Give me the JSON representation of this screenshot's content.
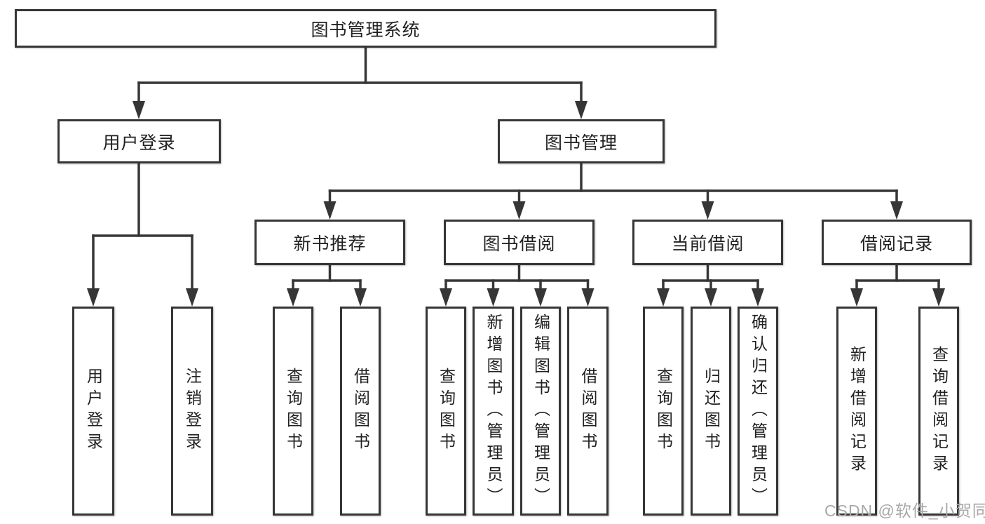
{
  "root": {
    "label": "图书管理系统"
  },
  "level1": [
    {
      "label": "用户登录"
    },
    {
      "label": "图书管理"
    }
  ],
  "level2": [
    {
      "label": "新书推荐"
    },
    {
      "label": "图书借阅"
    },
    {
      "label": "当前借阅"
    },
    {
      "label": "借阅记录"
    }
  ],
  "leaves": [
    {
      "label": "用户登录"
    },
    {
      "label": "注销登录"
    },
    {
      "label": "查询图书"
    },
    {
      "label": "借阅图书"
    },
    {
      "label": "查询图书"
    },
    {
      "label": "新增图书（管理员）"
    },
    {
      "label": "编辑图书（管理员）"
    },
    {
      "label": "借阅图书"
    },
    {
      "label": "查询图书"
    },
    {
      "label": "归还图书"
    },
    {
      "label": "确认归还（管理员）"
    },
    {
      "label": "新增借阅记录"
    },
    {
      "label": "查询借阅记录"
    }
  ],
  "watermark": "CSDN @软件_小贺同学",
  "colors": {
    "line": "#363636",
    "text": "#212121",
    "box_background": "#ffffff",
    "watermark": "#a8a8a8",
    "background": "#ffffff"
  }
}
